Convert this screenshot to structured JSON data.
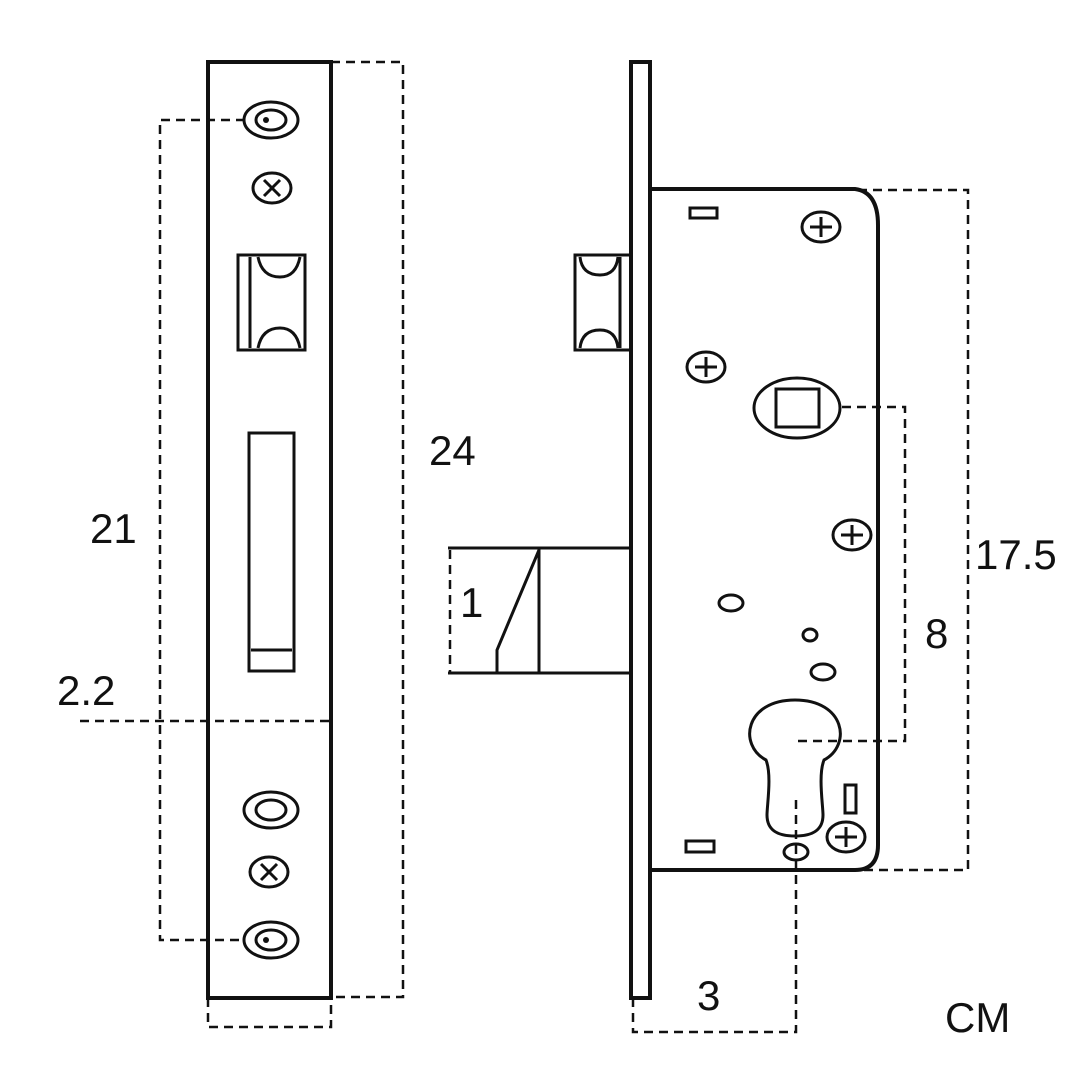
{
  "labels": {
    "faceplate_length": "24",
    "screw_spacing": "21",
    "cylinder_offset_from_plate": "2.2",
    "latch_projection": "1",
    "case_height": "17.5",
    "handle_to_cylinder": "8",
    "backset": "3",
    "unit": "CM"
  },
  "colors": {
    "line": "#111111",
    "background": "#ffffff"
  }
}
